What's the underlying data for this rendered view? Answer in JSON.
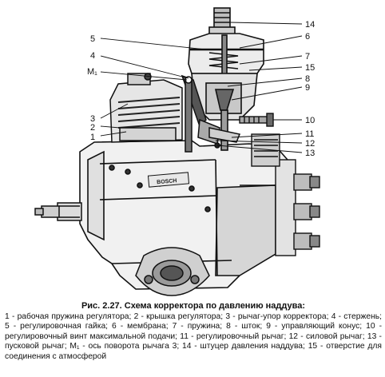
{
  "figure": {
    "labels": {
      "left": [
        "5",
        "4",
        "M₁",
        "3",
        "2",
        "1"
      ],
      "right": [
        "14",
        "6",
        "7",
        "15",
        "8",
        "9",
        "10",
        "11",
        "12",
        "13"
      ]
    },
    "brand_mark": "BOSCH"
  },
  "caption": {
    "title": "Рис. 2.27. Схема корректора по давлению наддува:",
    "body": "1 - рабочая пружина регулятора; 2 - крышка регулятора; 3 - рычаг-упор корректора; 4 - стержень; 5 - регулировочная гайка; 6 - мембрана; 7 - пружина; 8 - шток; 9 - управляющий конус; 10 - регулировочный винт максимальной подачи; 11 - регулировочный рычаг; 12 - силовой рычаг; 13 - пусковой рычаг; M₁ - ось поворота рычага 3; 14 - штуцер давления наддува; 15 - отверстие для соединения с атмосферой"
  }
}
